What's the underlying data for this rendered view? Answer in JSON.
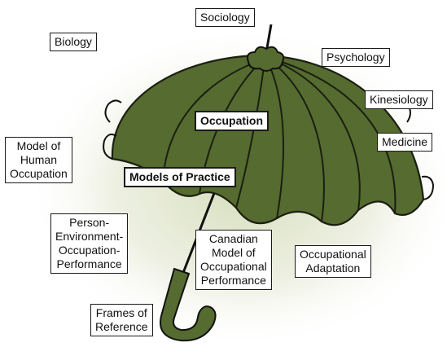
{
  "colors": {
    "canopy": "#556b2f",
    "canopy_stroke": "#1b1f12",
    "halo": "#dde3c8",
    "handle": "#556b2f"
  },
  "labels": {
    "sociology": "Sociology",
    "biology": "Biology",
    "psychology": "Psychology",
    "kinesiology": "Kinesiology",
    "medicine": "Medicine",
    "occupation": "Occupation",
    "model_human_occupation": "Model of\nHuman\nOccupation",
    "models_of_practice": "Models of Practice",
    "peop": "Person-\nEnvironment-\nOccupation-\nPerformance",
    "cmop": "Canadian\nModel of\nOccupational\nPerformance",
    "occupational_adaptation": "Occupational\nAdaptation",
    "frames_of_reference": "Frames of\nReference"
  }
}
